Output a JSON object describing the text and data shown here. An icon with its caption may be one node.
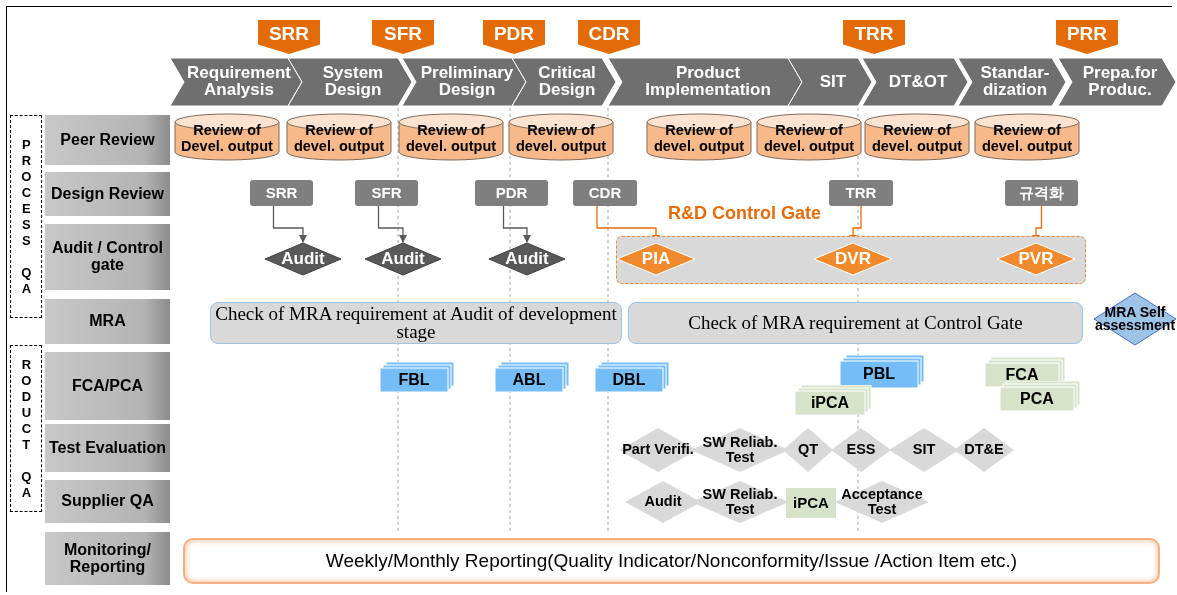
{
  "diagram": {
    "nodes": [
      {
        "text": [
          "SRR"
        ]
      },
      {
        "text": [
          "SFR"
        ]
      },
      {
        "text": [
          "PDR"
        ]
      },
      {
        "text": [
          "CDR"
        ]
      },
      {
        "text": [
          "TRR"
        ]
      },
      {
        "text": [
          "PRR"
        ]
      },
      {
        "text": [
          "Requirement Analysis"
        ]
      },
      {
        "text": [
          "System Design"
        ]
      },
      {
        "text": [
          "Preliminary Design"
        ]
      },
      {
        "text": [
          "Critical Design"
        ]
      },
      {
        "text": [
          "Product Implementation"
        ]
      },
      {
        "text": [
          "SIT"
        ]
      },
      {
        "text": [
          "DT&OT"
        ]
      },
      {
        "text": [
          "Standar- dization"
        ]
      },
      {
        "text": [
          "Prepa.for Produc."
        ]
      },
      {
        "text": [
          "PROCESS QA"
        ]
      },
      {
        "text": [
          "RODUCT QA"
        ]
      },
      {
        "text": [
          "Peer Review"
        ]
      },
      {
        "text": [
          "Design Review"
        ]
      },
      {
        "text": [
          "Audit / Control gate"
        ]
      },
      {
        "text": [
          "MRA"
        ]
      },
      {
        "text": [
          "FCA/PCA"
        ]
      },
      {
        "text": [
          "Test Evaluation"
        ]
      },
      {
        "text": [
          "Supplier QA"
        ]
      },
      {
        "text": [
          "Monitoring/ Reporting"
        ]
      },
      {
        "text": [
          "Review of Devel. output"
        ]
      },
      {
        "text": [
          "Review of devel. output"
        ]
      },
      {
        "text": [
          "Review of devel. output"
        ]
      },
      {
        "text": [
          "Review of devel. output"
        ]
      },
      {
        "text": [
          "Review of devel. output"
        ]
      },
      {
        "text": [
          "Review of devel. output"
        ]
      },
      {
        "text": [
          "Review of devel. output"
        ]
      },
      {
        "text": [
          "Review of devel. output"
        ]
      },
      {
        "text": [
          "SRR"
        ]
      },
      {
        "text": [
          "SFR"
        ]
      },
      {
        "text": [
          "PDR"
        ]
      },
      {
        "text": [
          "CDR"
        ]
      },
      {
        "text": [
          "TRR"
        ]
      },
      {
        "text": [
          "규격화"
        ]
      },
      {
        "text": [
          "Audit"
        ]
      },
      {
        "text": [
          "Audit"
        ]
      },
      {
        "text": [
          "Audit"
        ]
      },
      {
        "text": [
          "R&D Control Gate"
        ]
      },
      {
        "text": [
          "PIA"
        ],
        "in": 42
      },
      {
        "text": [
          "DVR"
        ],
        "in": 42
      },
      {
        "text": [
          "PVR"
        ],
        "in": 42
      },
      {
        "text": [
          "Check of MRA requirement at Audit of development stage"
        ]
      },
      {
        "text": [
          "Check of MRA requirement at Control Gate"
        ]
      },
      {
        "text": [
          "MRA Self assessment"
        ]
      },
      {
        "text": [
          "FBL"
        ]
      },
      {
        "text": [
          "ABL"
        ]
      },
      {
        "text": [
          "DBL"
        ]
      },
      {
        "text": [
          "PBL"
        ]
      },
      {
        "text": [
          "iPCA"
        ]
      },
      {
        "text": [
          "FCA"
        ]
      },
      {
        "text": [
          "PCA"
        ]
      },
      {
        "text": [
          "Part Verifi."
        ]
      },
      {
        "text": [
          "SW Reliab. Test"
        ]
      },
      {
        "text": [
          "QT"
        ]
      },
      {
        "text": [
          "ESS"
        ]
      },
      {
        "text": [
          "SIT"
        ]
      },
      {
        "text": [
          "DT&E"
        ]
      },
      {
        "text": [
          "Audit"
        ]
      },
      {
        "text": [
          "SW Reliab. Test"
        ]
      },
      {
        "text": [
          "iPCA"
        ]
      },
      {
        "text": [
          "Acceptance Test"
        ]
      },
      {
        "text": [
          "Weekly/Monthly Reporting(Quality Indicator/Nonconformity/Issue /Action Item etc.)"
        ]
      }
    ],
    "edges": [
      {
        "from": 33,
        "to": 39,
        "arrow": "to"
      },
      {
        "from": 34,
        "to": 40,
        "arrow": "to"
      },
      {
        "from": 35,
        "to": 41,
        "arrow": "to"
      },
      {
        "from": 36,
        "to": 43,
        "arrow": "to",
        "color": "#e46c0a"
      },
      {
        "from": 37,
        "to": 44,
        "arrow": "to",
        "color": "#e46c0a"
      },
      {
        "from": 38,
        "to": 45,
        "arrow": "to",
        "color": "#e46c0a"
      }
    ]
  }
}
